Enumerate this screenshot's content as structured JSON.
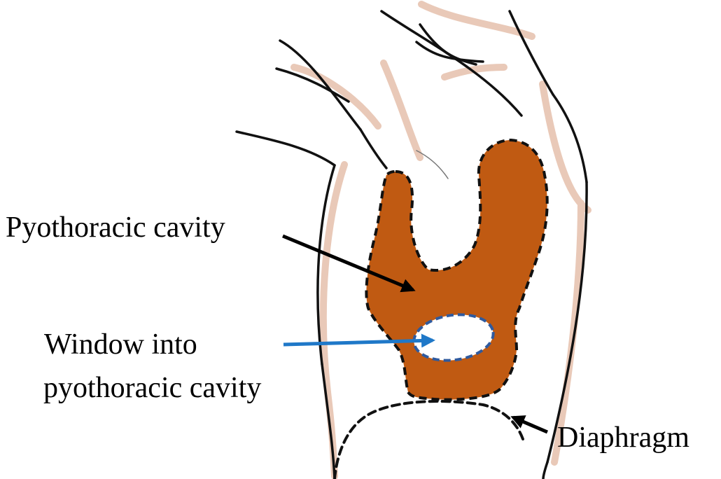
{
  "labels": {
    "pyothoracic_cavity": "Pyothoracic cavity",
    "window_line1": "Window into",
    "window_line2": "pyothoracic cavity",
    "diaphragm": "Diaphragm"
  },
  "colors": {
    "cavity_fill": "#C05A12",
    "skin_shading": "#E9C9B8",
    "outline": "#111111",
    "window_outline": "#2F5A9E",
    "window_arrow": "#1F78C8",
    "label_arrow": "#000000",
    "background": "#FFFFFF"
  }
}
